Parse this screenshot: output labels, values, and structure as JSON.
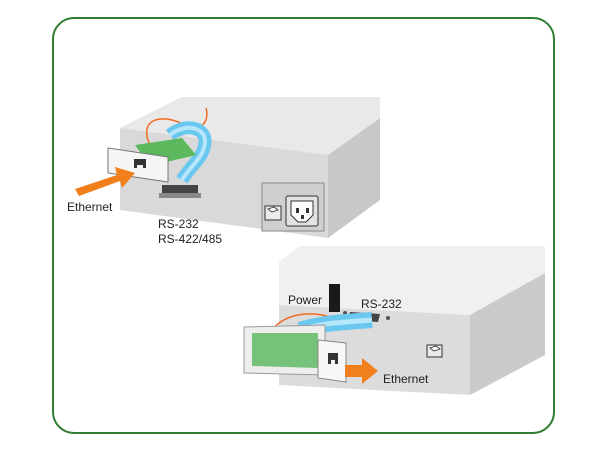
{
  "labels": {
    "top_ethernet": "Ethernet",
    "top_serial_line1": "RS-232",
    "top_serial_line2": "RS-422/485",
    "bottom_power": "Power",
    "bottom_serial": "RS-232",
    "bottom_ethernet": "Ethernet"
  },
  "colors": {
    "frame_border": "#2e7d32",
    "arrow": "#f07f1c",
    "cable": "#6ac8f0",
    "wire": "#f06a22",
    "board": "#5cb85c",
    "chassis_top": "#f2f2f2",
    "chassis_front": "#dcdcdc",
    "chassis_side": "#c9c9c9"
  },
  "icons": [
    "rj45-port-icon",
    "power-socket-icon",
    "power-switch-icon",
    "db9-port-icon",
    "ethernet-arrow-icon"
  ]
}
